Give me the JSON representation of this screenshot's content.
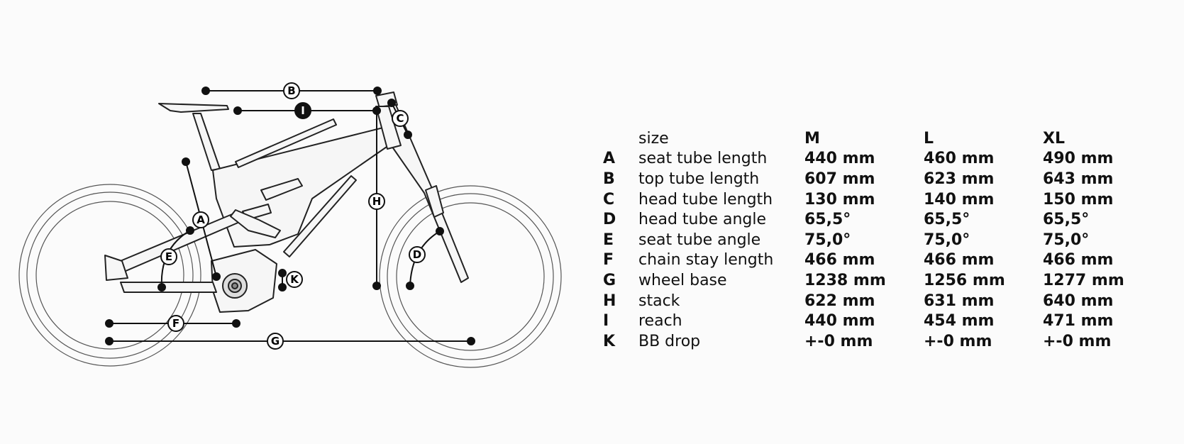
{
  "table": {
    "header": {
      "size_label": "size",
      "sizes": [
        "M",
        "L",
        "XL"
      ]
    },
    "rows": [
      {
        "letter": "A",
        "label": "seat tube length",
        "values": [
          "440 mm",
          "460 mm",
          "490 mm"
        ]
      },
      {
        "letter": "B",
        "label": "top tube length",
        "values": [
          "607 mm",
          "623 mm",
          "643 mm"
        ]
      },
      {
        "letter": "C",
        "label": "head tube length",
        "values": [
          "130 mm",
          "140 mm",
          "150 mm"
        ]
      },
      {
        "letter": "D",
        "label": "head tube angle",
        "values": [
          "65,5°",
          "65,5°",
          "65,5°"
        ]
      },
      {
        "letter": "E",
        "label": "seat tube angle",
        "values": [
          "75,0°",
          "75,0°",
          "75,0°"
        ]
      },
      {
        "letter": "F",
        "label": "chain stay length",
        "values": [
          "466 mm",
          "466 mm",
          "466 mm"
        ]
      },
      {
        "letter": "G",
        "label": "wheel base",
        "values": [
          "1238 mm",
          "1256 mm",
          "1277 mm"
        ]
      },
      {
        "letter": "H",
        "label": "stack",
        "values": [
          "622 mm",
          "631 mm",
          "640 mm"
        ]
      },
      {
        "letter": "I",
        "label": "reach",
        "values": [
          "440 mm",
          "454 mm",
          "471 mm"
        ]
      },
      {
        "letter": "K",
        "label": "BB drop",
        "values": [
          "+-0 mm",
          "+-0 mm",
          "+-0 mm"
        ]
      }
    ]
  },
  "diagram": {
    "markers": [
      "A",
      "B",
      "C",
      "D",
      "E",
      "F",
      "G",
      "H",
      "I",
      "K"
    ]
  }
}
